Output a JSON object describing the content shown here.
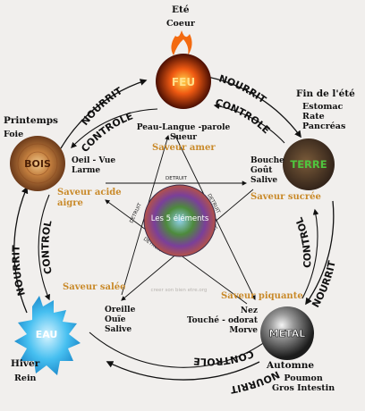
{
  "elements": {
    "feu": {
      "label": "FEU",
      "season": "Eté",
      "organs": "Coeur",
      "senses": "Peau-Langue -parole\nSueur",
      "flavor": "Saveur amer"
    },
    "terre": {
      "label": "TERRE",
      "season": "Fin de l'été",
      "organs": "Estomac\nRate\nPancréas",
      "senses": "Bouche\nGoût\nSalive",
      "flavor": "Saveur  sucrée"
    },
    "metal": {
      "label": "METAL",
      "season": "Automne",
      "organs": "Poumon\nGros Intestin",
      "senses": "Nez\nTouché - odorat\nMorve",
      "flavor": "Saveur piquante"
    },
    "eau": {
      "label": "EAU",
      "season": "Hiver",
      "organs": "Rein",
      "senses": "Oreille\nOuïe\nSalive",
      "flavor": "Saveur salée"
    },
    "bois": {
      "label": "BOIS",
      "season": "Printemps",
      "organs": "Foie",
      "senses": "Oeil - Vue\nLarme",
      "flavor": "Saveur acide\naigre"
    }
  },
  "cycle_labels": {
    "outer": "NOURRIT",
    "inner": "CONTROLE",
    "star": "DETRUIT"
  },
  "center": {
    "title": "Les 5 éléments",
    "watermark": "creer son bien etre.org"
  },
  "colors": {
    "background": "#f1efed",
    "flavor": "#c98a2a",
    "fire": "#d23a0c",
    "earth": "#5a4028",
    "earth_text": "#4fc63e",
    "metal": "#2f2f2f",
    "water": "#38b6e6",
    "wood": "#b5642d"
  }
}
